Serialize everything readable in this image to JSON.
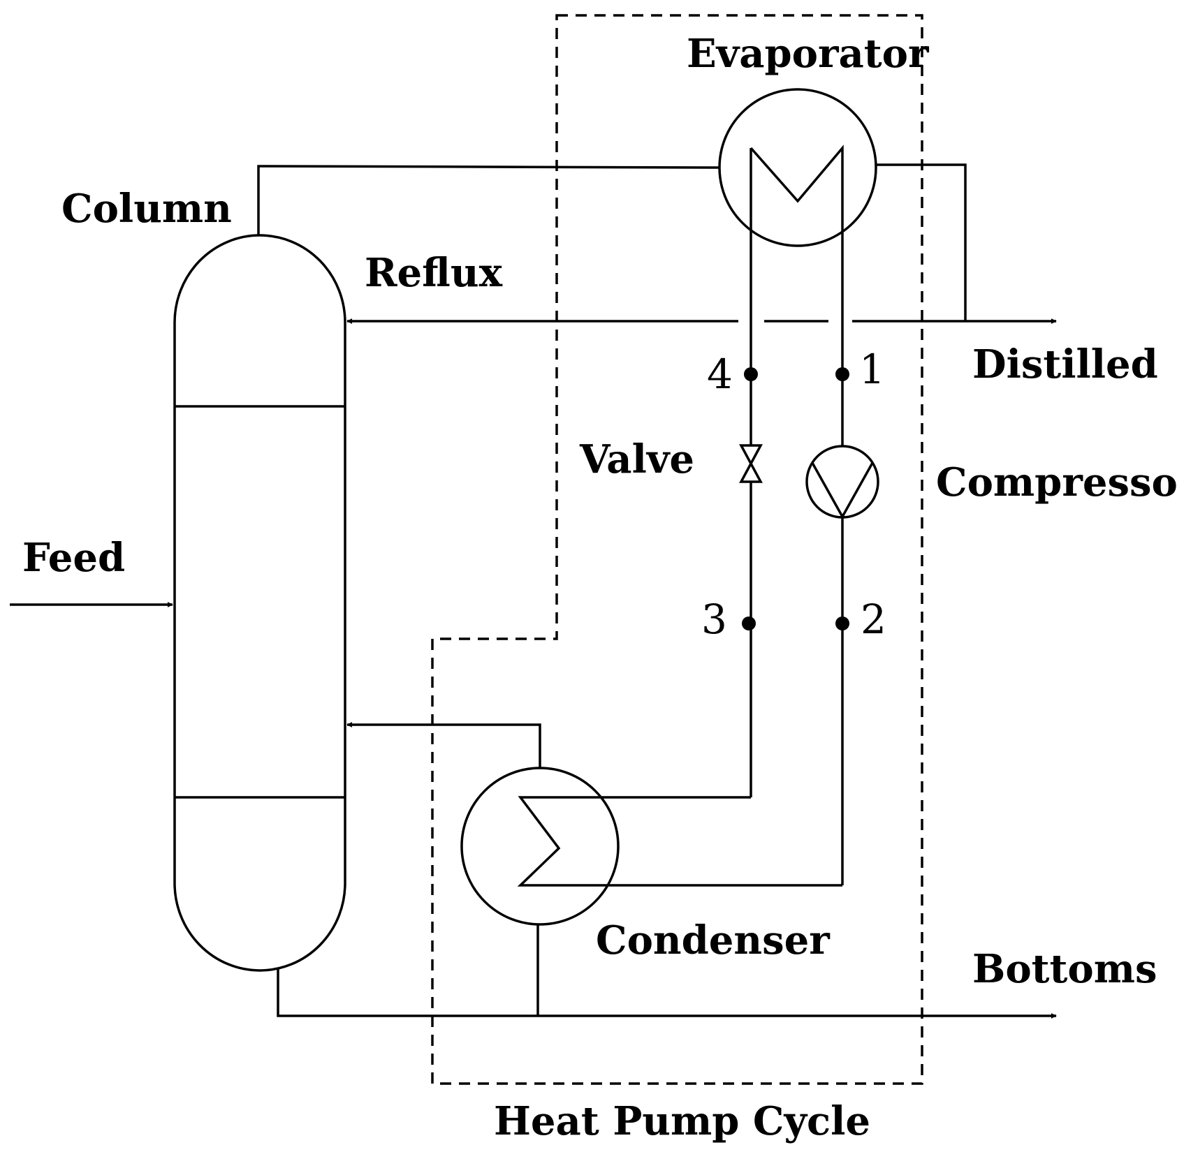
{
  "labels": {
    "column": "Column",
    "reflux": "Reflux",
    "feed": "Feed",
    "evaporator": "Evaporator",
    "distilled": "Distilled",
    "valve": "Valve",
    "compressor": "Compressor",
    "condenser": "Condenser",
    "bottoms": "Bottoms",
    "heat_pump_cycle": "Heat Pump Cycle"
  },
  "points": {
    "p1": "1",
    "p2": "2",
    "p3": "3",
    "p4": "4"
  }
}
